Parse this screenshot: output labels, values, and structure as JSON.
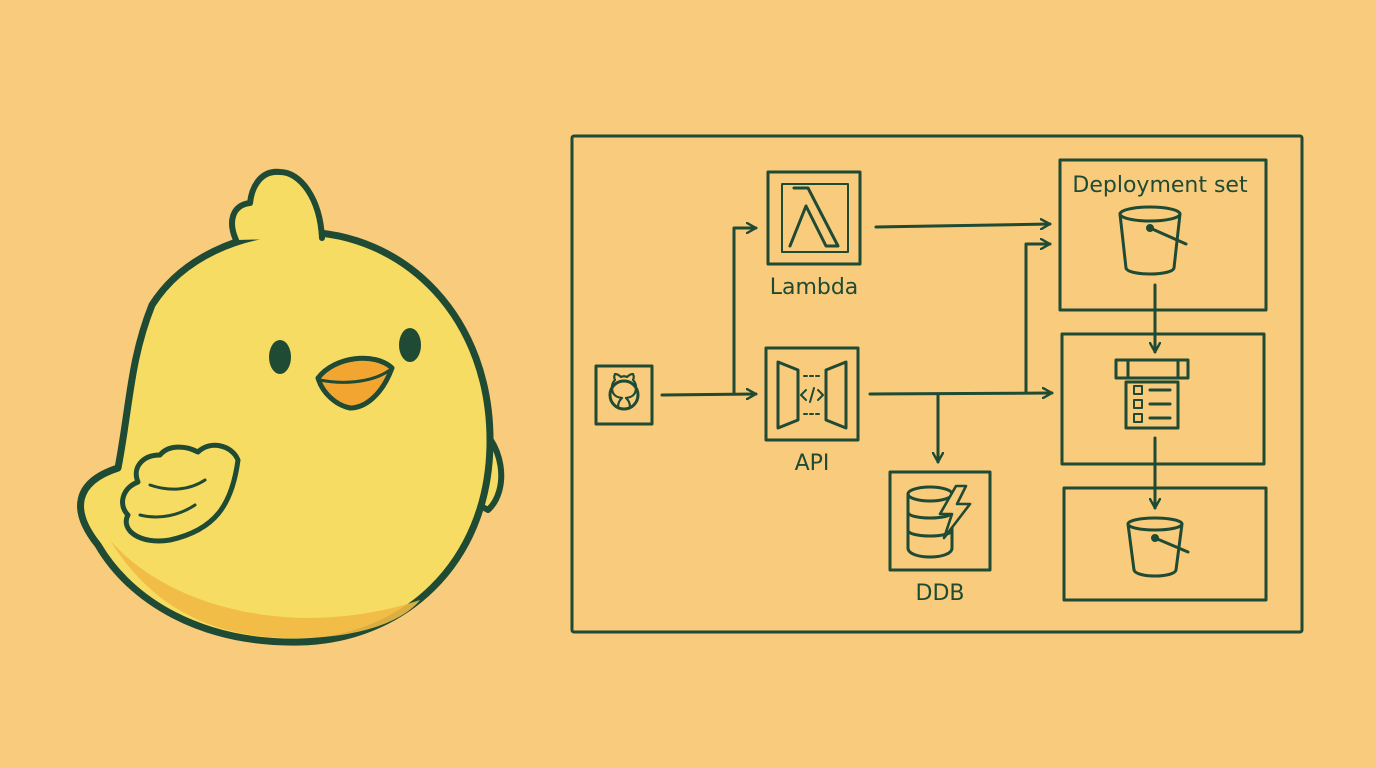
{
  "colors": {
    "background": "#F9CB7C",
    "ink": "#1F4A33",
    "chick_body": "#F7DC63",
    "chick_shadow": "#F0B942",
    "beak": "#F2A531"
  },
  "mascot": {
    "icon": "chick-icon"
  },
  "diagram": {
    "nodes": {
      "github": {
        "icon": "github-icon"
      },
      "lambda": {
        "label": "Lambda",
        "icon": "lambda-icon"
      },
      "api": {
        "label": "API",
        "icon": "api-gateway-icon"
      },
      "ddb": {
        "label": "DDB",
        "icon": "dynamodb-icon"
      }
    },
    "deployment_set": {
      "title": "Deployment set",
      "items": [
        {
          "icon": "bucket-icon"
        },
        {
          "icon": "server-table-icon"
        },
        {
          "icon": "bucket-icon"
        }
      ]
    },
    "edges": [
      {
        "from": "github",
        "to": "api"
      },
      {
        "from": "github",
        "to": "lambda"
      },
      {
        "from": "lambda",
        "to": "deployment-box-1"
      },
      {
        "from": "api",
        "to": "deployment-box-1"
      },
      {
        "from": "api",
        "to": "deployment-box-2"
      },
      {
        "from": "api",
        "to": "ddb"
      },
      {
        "from": "deployment-box-1",
        "to": "deployment-box-2"
      },
      {
        "from": "deployment-box-2",
        "to": "deployment-box-3"
      }
    ]
  }
}
